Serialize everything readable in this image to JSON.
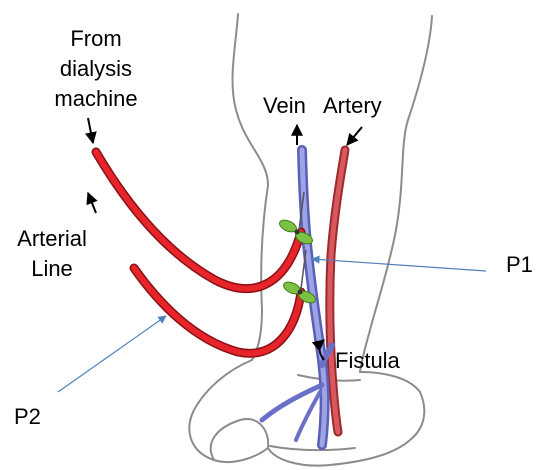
{
  "labels": {
    "from_line1": "From",
    "from_line2": "dialysis",
    "from_line3": "machine",
    "vein": "Vein",
    "artery": "Artery",
    "arterial_line1": "Arterial",
    "arterial_line2": "Line",
    "p1": "P1",
    "p2": "P2",
    "fistula": "Fistula"
  },
  "colors": {
    "tube": "#e8242b",
    "tube_dark": "#b3161c",
    "vein": "#8a8fd6",
    "vein_dark": "#5a5fb8",
    "artery": "#c6454a",
    "outline": "#8c8c8c",
    "needle_wing": "#7cc242",
    "pointer": "#4f81bd"
  }
}
